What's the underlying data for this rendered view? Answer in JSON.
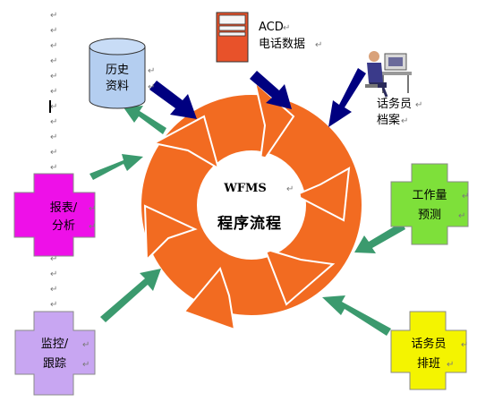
{
  "center": {
    "line1": "WFMS",
    "line2": "程序流程"
  },
  "nodes": {
    "history": {
      "line1": "历史",
      "line2": "资料"
    },
    "acd": {
      "line1": "ACD",
      "line2": "电话数据"
    },
    "agent_file": {
      "line1": "话务员",
      "line2": "档案"
    },
    "workload": {
      "line1": "工作量",
      "line2": "预测"
    },
    "schedule": {
      "line1": "话务员",
      "line2": "排班"
    },
    "monitor": {
      "line1": "监控/",
      "line2": "跟踪"
    },
    "report": {
      "line1": "报表/",
      "line2": "分析"
    }
  },
  "paragraph_mark": "↵",
  "colors": {
    "cycle": "#f26b21",
    "inflow_arrow": "#000080",
    "outflow_arrow": "#3b9a6e",
    "history_db": "#b4cef0",
    "acd_device": "#e8522a",
    "workload": "#7ee03a",
    "schedule": "#f4f400",
    "monitor": "#c8a6f2",
    "report": "#ee10e8"
  }
}
